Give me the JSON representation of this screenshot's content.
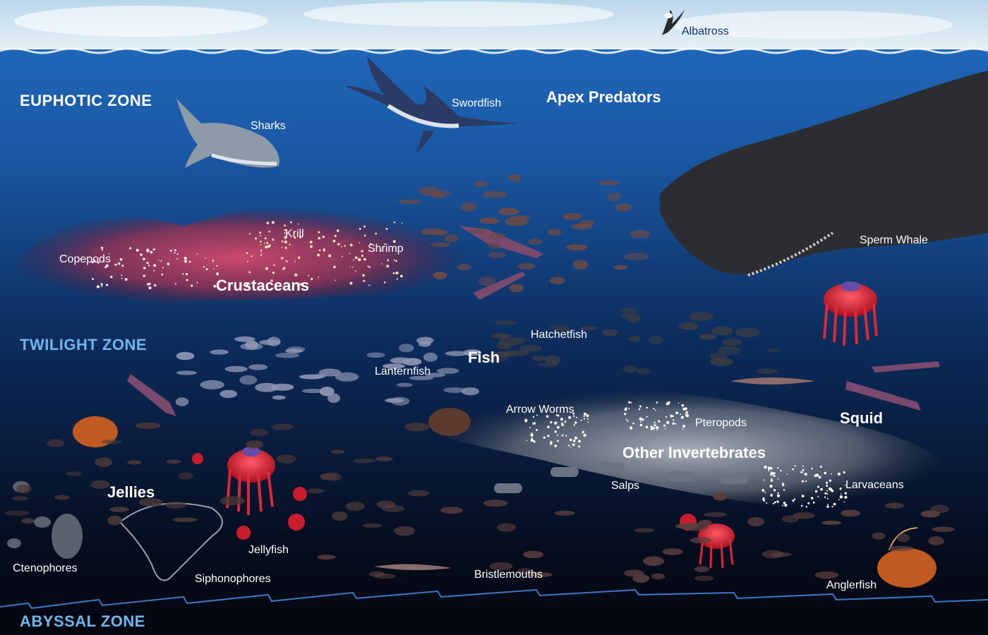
{
  "zones": {
    "euphotic": "EUPHOTIC ZONE",
    "twilight": "TWILIGHT ZONE",
    "abyssal": "ABYSSAL ZONE"
  },
  "groups": {
    "apex_predators": "Apex Predators",
    "crustaceans": "Crustaceans",
    "fish": "Fish",
    "squid": "Squid",
    "other_invertebrates": "Other Invertebrates",
    "jellies": "Jellies"
  },
  "organisms": {
    "albatross": "Albatross",
    "swordfish": "Swordfish",
    "sharks": "Sharks",
    "sperm_whale": "Sperm Whale",
    "krill": "Krill",
    "copepods": "Copepods",
    "shrimp": "Shrimp",
    "hatchetfish": "Hatchetfish",
    "lanternfish": "Lanternfish",
    "arrow_worms": "Arrow Worms",
    "pteropods": "Pteropods",
    "salps": "Salps",
    "larvaceans": "Larvaceans",
    "ctenophores": "Ctenophores",
    "jellyfish": "Jellyfish",
    "siphonophores": "Siphonophores",
    "bristlemouths": "Bristlemouths",
    "anglerfish": "Anglerfish"
  },
  "colors": {
    "sky": "#cfe3ef",
    "surface_water": "#1e63b3",
    "deep_water": "#05070f",
    "zone_label": "#6fb6ea",
    "crustacean_glow": "#c0395b",
    "invertebrate_glow": "#9aa0aa",
    "jelly_red": "#d8283a"
  }
}
